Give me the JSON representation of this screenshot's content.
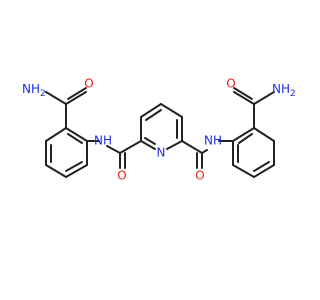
{
  "colors": {
    "bond": "#222222",
    "nitrogen": "#1f2ee6",
    "oxygen": "#e3261c",
    "background": "#ffffff"
  },
  "labels": {
    "amide_left_n": "NH",
    "amide_left_n_sub": "2",
    "amide_left_o": "O",
    "linker_left_nh": "NH",
    "linker_left_o": "O",
    "pyridine_n": "N",
    "linker_right_nh": "NH",
    "linker_right_o": "O",
    "amide_right_n": "NH",
    "amide_right_n_sub": "2",
    "amide_right_o": "O"
  }
}
